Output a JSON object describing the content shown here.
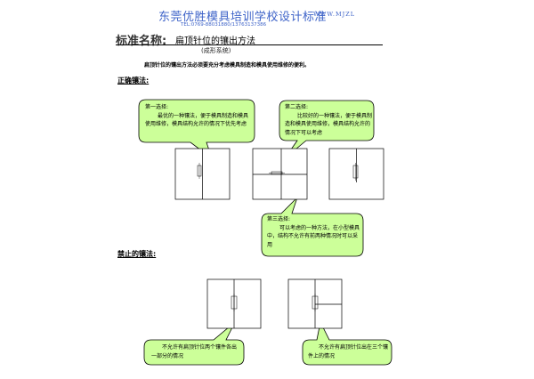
{
  "header": {
    "title": "东莞优胜模具培训学校设计标准",
    "url": "WWW.MJZL",
    "tel": "TEL:0769-88031880/13763137386"
  },
  "doc": {
    "label": "标准名称:",
    "name": "扁顶针位的镶出方法",
    "subtitle": "(成形系统)",
    "intro": "扁顶针位的镶出方法必须要充分考虑模具制造和模具使用维修的便利。"
  },
  "sections": {
    "correct": "正确镶法:",
    "forbidden": "禁止的镶法:"
  },
  "callouts": {
    "first": {
      "title": "第一选择:",
      "body": "最优的一种镶法，便于模具制造和模具使用维修，模具结构允许的情况下优先考虑"
    },
    "second": {
      "title": "第二选择:",
      "body": "比较好的一种镶法，便于模具制造和模具使用维修，模具结构允许的情况下可以考虑"
    },
    "third": {
      "title": "第三选择:",
      "body": "可以考虑的一种方法，在小型模具中，结构不允许有前两种情况时可以采用"
    },
    "bad1": {
      "body": "不允许有扁顶针位两个镶件各出一部分的情况"
    },
    "bad2": {
      "body": "不允许有扁顶针位出在三个镶件上的情况"
    }
  },
  "colors": {
    "bubble_fill": "#ccff99",
    "header_text": "#3e63c8"
  }
}
